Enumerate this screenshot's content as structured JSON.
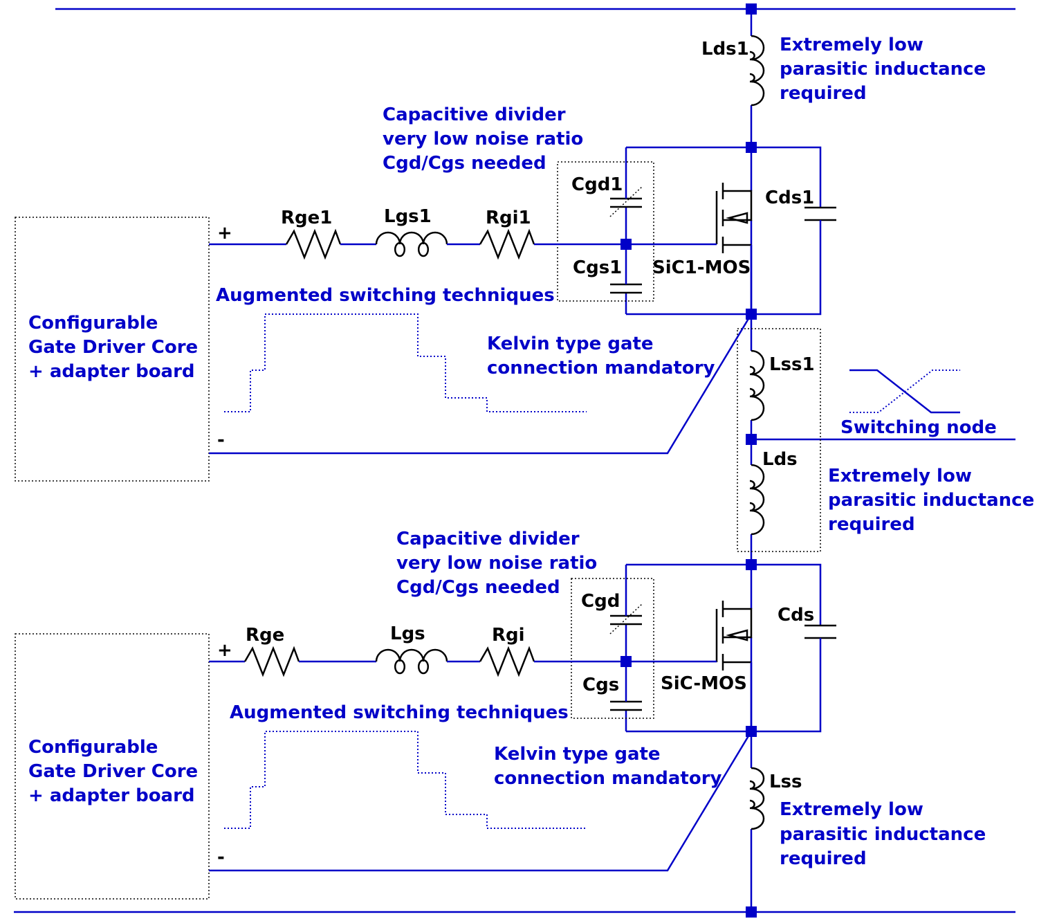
{
  "colors": {
    "wire": "#0000c8",
    "component": "#000000",
    "background": "#ffffff"
  },
  "top": {
    "driver_lines": [
      "Configurable",
      "Gate Driver Core",
      "+ adapter board"
    ],
    "plus": "+",
    "minus": "-",
    "rge": "Rge1",
    "lgs": "Lgs1",
    "rgi": "Rgi1",
    "cgd": "Cgd1",
    "cgs": "Cgs1",
    "mos": "SiC1-MOS",
    "cds": "Cds1",
    "lds": "Lds1",
    "lss": "Lss1",
    "augmented": "Augmented switching techniques",
    "divider_lines": [
      "Capacitive divider",
      "very low noise ratio",
      "Cgd/Cgs needed"
    ],
    "kelvin_lines": [
      "Kelvin type gate",
      "connection mandatory"
    ],
    "inductance_lines": [
      "Extremely low",
      "parasitic inductance",
      "required"
    ]
  },
  "bottom": {
    "driver_lines": [
      "Configurable",
      "Gate Driver Core",
      "+ adapter board"
    ],
    "plus": "+",
    "minus": "-",
    "rge": "Rge",
    "lgs": "Lgs",
    "rgi": "Rgi",
    "cgd": "Cgd",
    "cgs": "Cgs",
    "mos": "SiC-MOS",
    "cds": "Cds",
    "lss": "Lss",
    "augmented": "Augmented switching techniques",
    "divider_lines": [
      "Capacitive divider",
      "very low noise ratio",
      "Cgd/Cgs needed"
    ],
    "kelvin_lines": [
      "Kelvin type gate",
      "connection mandatory"
    ],
    "inductance_lines": [
      "Extremely low",
      "parasitic inductance",
      "required"
    ]
  },
  "middle": {
    "lds": "Lds",
    "switching_node": "Switching node",
    "inductance_lines": [
      "Extremely low",
      "parasitic inductance",
      "required"
    ]
  }
}
